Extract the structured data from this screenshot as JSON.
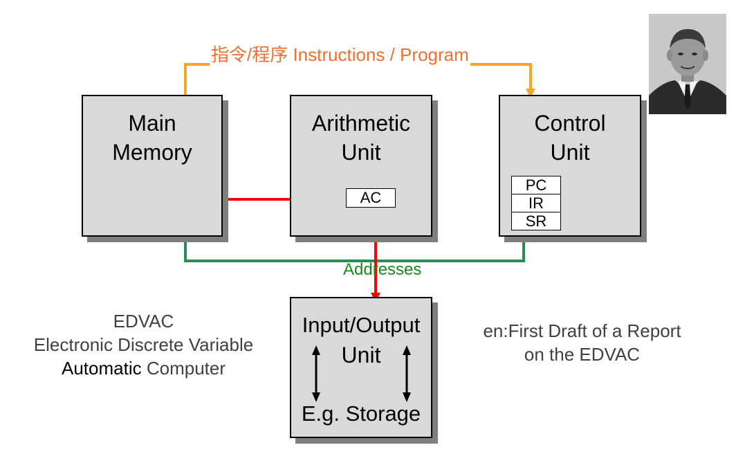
{
  "diagram": {
    "instructions_label": "指令/程序 Instructions / Program",
    "addresses_label": "Addresses",
    "main_memory": {
      "line1": "Main",
      "line2": "Memory"
    },
    "arithmetic_unit": {
      "line1": "Arithmetic",
      "line2": "Unit",
      "register": "AC"
    },
    "control_unit": {
      "line1": "Control",
      "line2": "Unit",
      "registers": [
        "PC",
        "IR",
        "SR"
      ]
    },
    "io_unit": {
      "line1": "Input/Output",
      "line2": "Unit",
      "line3": "E.g. Storage"
    }
  },
  "captions": {
    "edvac_title": "EDVAC",
    "edvac_line2": "Electronic Discrete Variable",
    "edvac_line3_bold": "Automatic",
    "edvac_line3_rest": " Computer",
    "report_line1": "en:First Draft of a Report",
    "report_line2": "on the EDVAC"
  },
  "colors": {
    "instructions_wire": "#f5a623",
    "instructions_text": "#f07030",
    "addresses_wire": "#2e8b57",
    "addresses_text": "#1a8a1a",
    "data_wire": "#ff0000",
    "box_fill": "#d9d9d9",
    "box_shadow": "#7f7f7f"
  },
  "icons": {
    "portrait": "portrait-photo"
  }
}
